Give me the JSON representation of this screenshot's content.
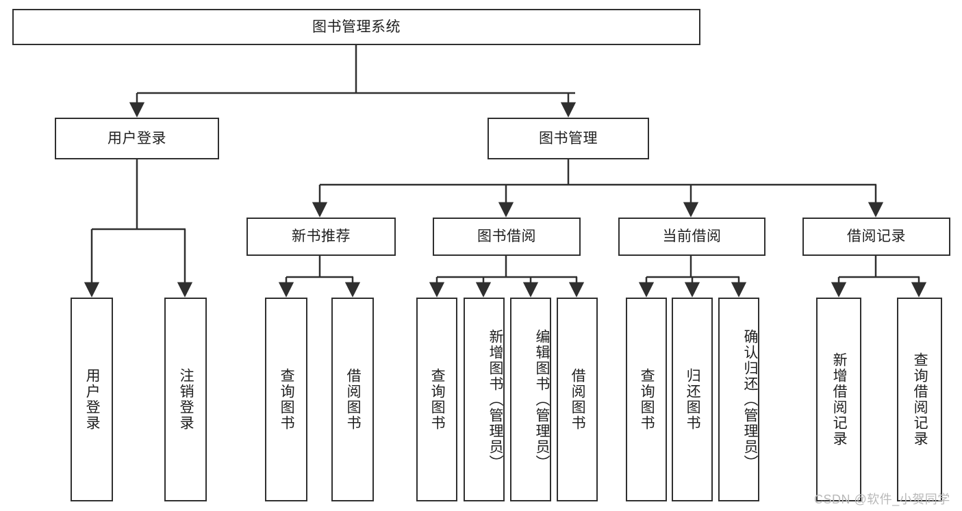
{
  "diagram": {
    "title": "图书管理系统",
    "type": "tree-hierarchy-chart",
    "colors": {
      "border": "#2f2f2f",
      "fill": "#ffffff",
      "text": "#1f1f1f",
      "connector": "#2f2f2f",
      "watermark": "#b9b9b9"
    },
    "watermark": "CSDN @软件_小贺同学",
    "nodes": {
      "root": "图书管理系统",
      "level2": [
        {
          "label": "用户登录"
        },
        {
          "label": "图书管理"
        }
      ],
      "level3": [
        {
          "label": "新书推荐"
        },
        {
          "label": "图书借阅"
        },
        {
          "label": "当前借阅"
        },
        {
          "label": "借阅记录"
        }
      ],
      "leaves_user_login": [
        {
          "label": "用户登录"
        },
        {
          "label": "注销登录"
        }
      ],
      "leaves_new_book": [
        {
          "label": "查询图书"
        },
        {
          "label": "借阅图书"
        }
      ],
      "leaves_borrow": [
        {
          "label": "查询图书"
        },
        {
          "label": "新增图书（管理员）"
        },
        {
          "label": "编辑图书（管理员）"
        },
        {
          "label": "借阅图书"
        }
      ],
      "leaves_current": [
        {
          "label": "查询图书"
        },
        {
          "label": "归还图书"
        },
        {
          "label": "确认归还（管理员）"
        }
      ],
      "leaves_records": [
        {
          "label": "新增借阅记录"
        },
        {
          "label": "查询借阅记录"
        }
      ]
    }
  }
}
